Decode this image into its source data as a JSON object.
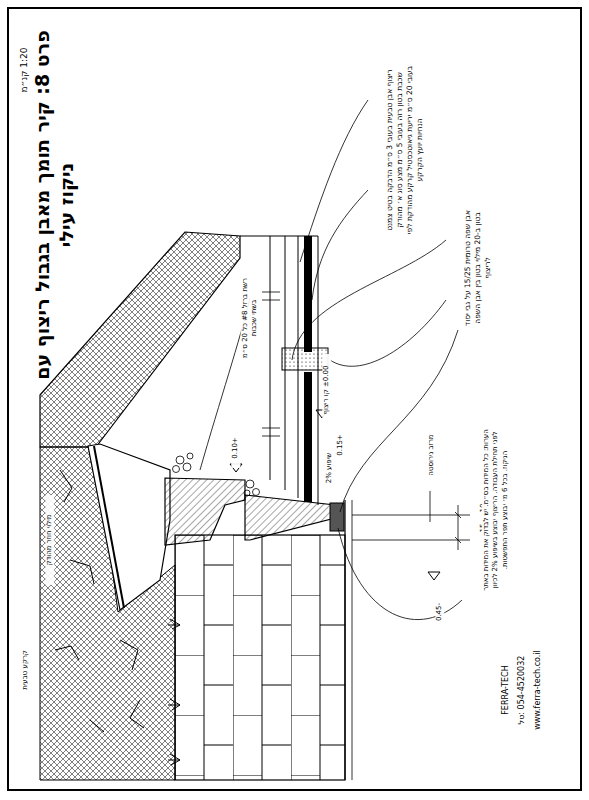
{
  "diagram": {
    "title": "פרט 8: קיר תומך מאבן בגבול ריצוף עם ניקוז עילי",
    "labels": [
      "1:20 קנ״מ",
      "ריצוף אבן טבעית בעובי 3 ס״מ הדבקה בטיט צמנט שכבת בטון רזה בעובי 5 ס״מ מצע סוג א׳ מהודק בעובי 20 ס״מ יריעת גיאוטכסטיל קרקע מהודקת לפי הנחיות יועץ הקרקע",
      "אבן שפה טרומית 15/25 על גבי יסוד בטון ב-20 מילוי בטון בין אבן השפה לריצוף",
      "רשת ברזל #8 כל 20 ס״מ בשתי שכבות",
      "±0.00 קו ריצוף",
      "+0.10",
      "+0.15",
      "שיפוע 2%",
      "מרזב נירוסטה",
      "10",
      "15",
      "-0.45",
      "מילוי חוזר מהודק",
      "קרקע טבעית",
      "הערות: כל המידות בס״מ. יש לבדוק את המידות באתר לפני תחילת העבודה. הריצוף יבוצע בשיפוע 2% לכיוון הניקוז. בכל 6 מ׳ יבוצע תפר התפשטות.",
      "FERRA-TECH",
      "054-4520032 :טל",
      "www.ferra-tech.co.il"
    ]
  }
}
